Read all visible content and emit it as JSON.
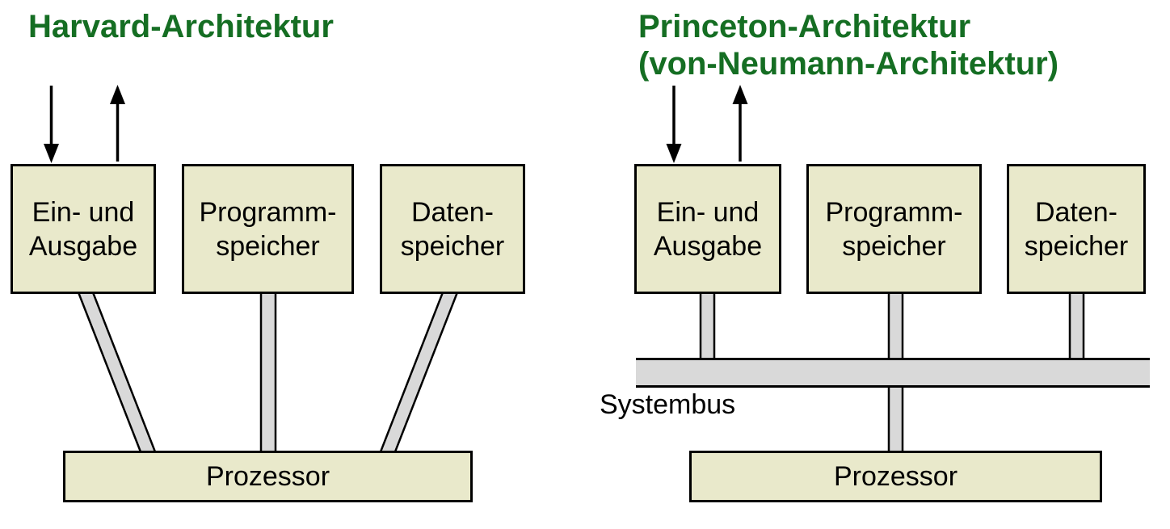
{
  "colors": {
    "title_green": "#156e23",
    "box_fill": "#e9e9cb",
    "connector_fill": "#d9d9d9",
    "outline": "#000000"
  },
  "harvard": {
    "title": "Harvard-Architektur",
    "io_box": "Ein- und\nAusgabe",
    "program_box": "Programm-\nspeicher",
    "data_box": "Daten-\nspeicher",
    "processor_box": "Prozessor"
  },
  "princeton": {
    "title": "Princeton-Architektur\n(von-Neumann-Architektur)",
    "io_box": "Ein- und\nAusgabe",
    "program_box": "Programm-\nspeicher",
    "data_box": "Daten-\nspeicher",
    "bus_label": "Systembus",
    "processor_box": "Prozessor"
  }
}
